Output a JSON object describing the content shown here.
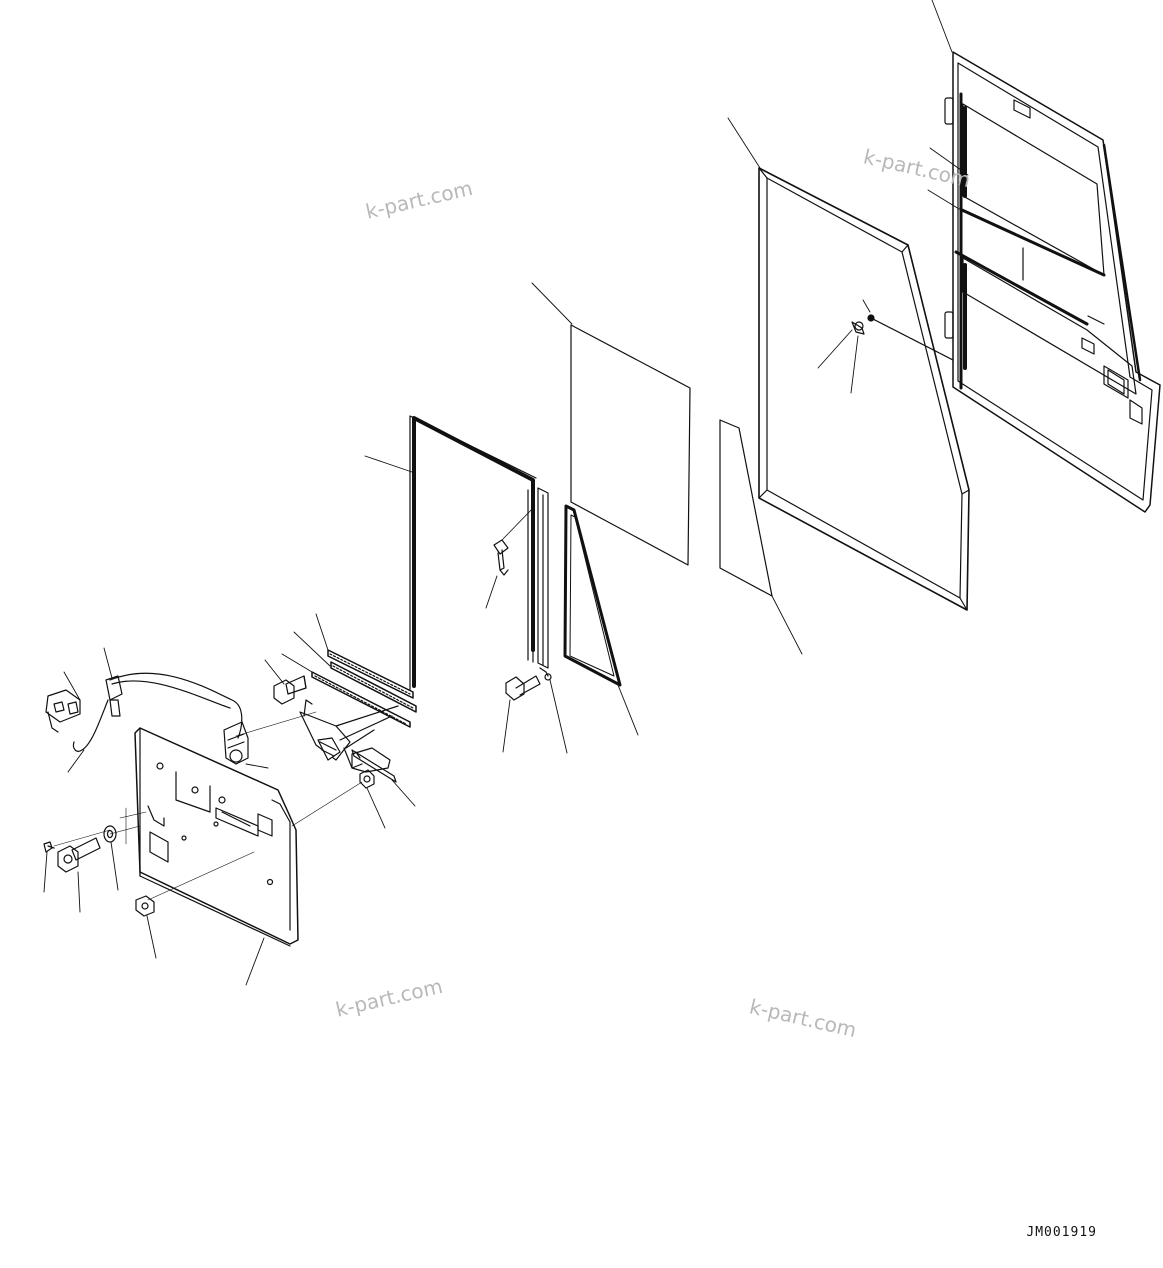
{
  "watermarks": [
    "k-part.com",
    "k-part.com",
    "k-part.com",
    "k-part.com"
  ],
  "drawing_id": "JM001919",
  "colors": {
    "line": "#111111",
    "watermark": "#b8b8b8",
    "background": "#ffffff"
  }
}
